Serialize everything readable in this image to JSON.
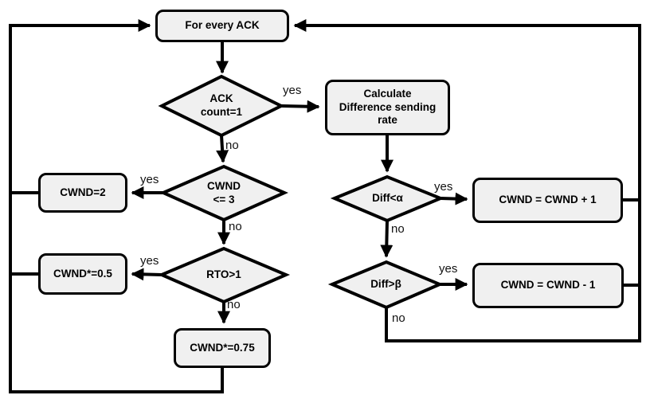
{
  "colors": {
    "background": "#ffffff",
    "node_fill": "#f0f0f0",
    "stroke": "#000000"
  },
  "nodes": {
    "start": {
      "label": "For every ACK",
      "type": "process"
    },
    "ack_count": {
      "label": "ACK\ncount=1",
      "type": "decision"
    },
    "calculate": {
      "label": "Calculate\nDifference sending\nrate",
      "type": "process"
    },
    "cwnd_eq_2": {
      "label": "CWND=2",
      "type": "process"
    },
    "cwnd_le_3": {
      "label": "CWND\n<= 3",
      "type": "decision"
    },
    "cwnd_x_05": {
      "label": "CWND*=0.5",
      "type": "process"
    },
    "rto_gt_1": {
      "label": "RTO>1",
      "type": "decision"
    },
    "cwnd_x_075": {
      "label": "CWND*=0.75",
      "type": "process"
    },
    "diff_lt_alpha": {
      "label": "Diff<α",
      "type": "decision"
    },
    "diff_gt_beta": {
      "label": "Diff>β",
      "type": "decision"
    },
    "cwnd_plus_1": {
      "label": "CWND = CWND + 1",
      "type": "process"
    },
    "cwnd_minus_1": {
      "label": "CWND = CWND - 1",
      "type": "process"
    }
  },
  "edge_labels": {
    "ack_count_yes": "yes",
    "ack_count_no": "no",
    "cwnd_le_3_yes": "yes",
    "cwnd_le_3_no": "no",
    "rto_gt_1_yes": "yes",
    "rto_gt_1_no": "no",
    "diff_lt_alpha_yes": "yes",
    "diff_lt_alpha_no": "no",
    "diff_gt_beta_yes": "yes",
    "diff_gt_beta_no": "no"
  }
}
